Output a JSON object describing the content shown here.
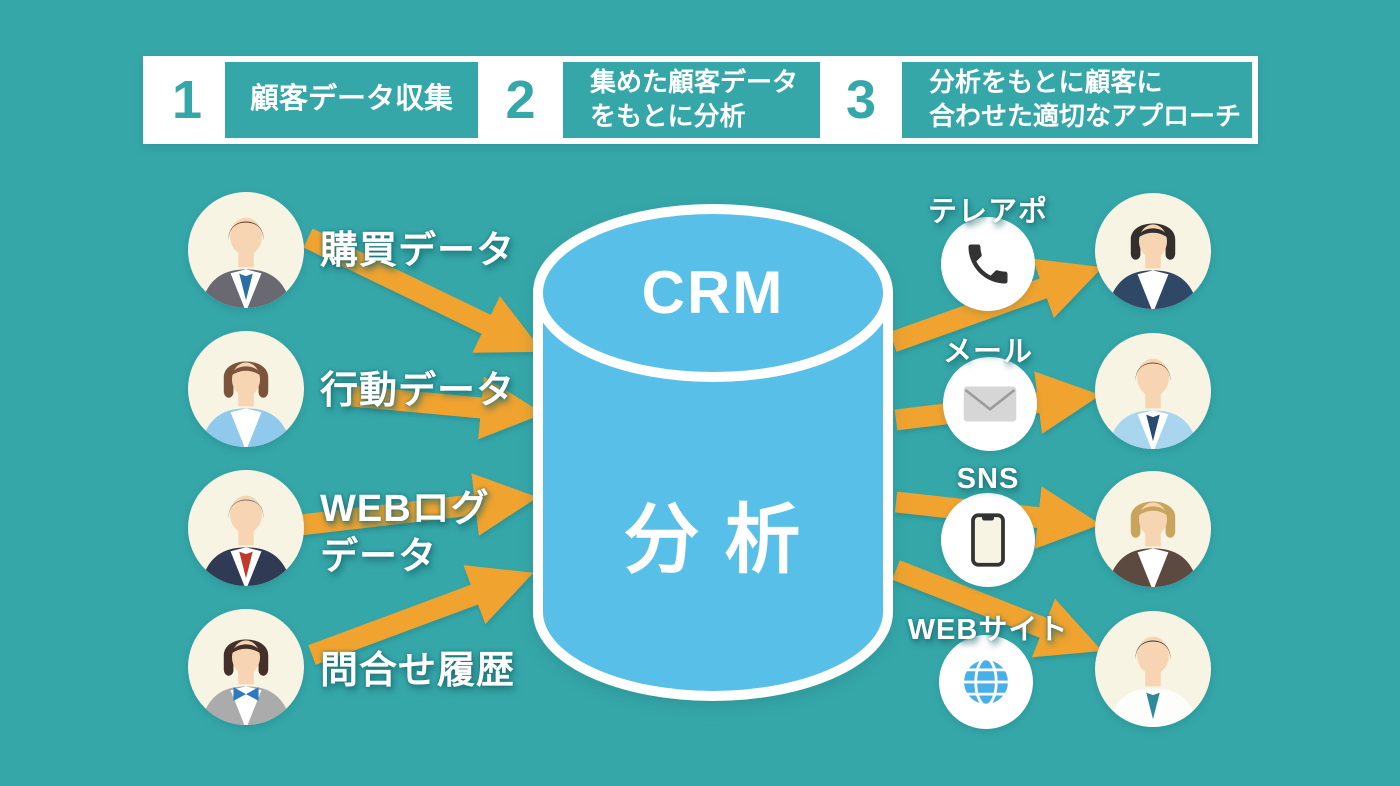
{
  "palette": {
    "background": "#35A7A9",
    "panel_white": "#FFFFFF",
    "step_box_teal": "#35A7A9",
    "arrow_orange": "#F0A32F",
    "cylinder_blue": "#57BFE8",
    "avatar_circle_cream": "#F8F4E3",
    "label_text": "#FFFFFF",
    "phone_icon_dark": "#333333",
    "mail_icon_gray": "#D6D6D6",
    "globe_icon_blue": "#49AFE9"
  },
  "steps": [
    {
      "number": "1",
      "label": "顧客データ収集"
    },
    {
      "number": "2",
      "label": "集めた顧客データ\nをもとに分析"
    },
    {
      "number": "3",
      "label": "分析をもとに顧客に\n合わせた適切なアプローチ"
    }
  ],
  "sources": [
    {
      "label": "購買データ"
    },
    {
      "label": "行動データ"
    },
    {
      "label": "WEBログ\nデータ"
    },
    {
      "label": "問合せ履歴"
    }
  ],
  "database": {
    "top_label": "CRM",
    "body_label": "分 析"
  },
  "channels": [
    {
      "label": "テレアポ",
      "icon": "phone-icon"
    },
    {
      "label": "メール",
      "icon": "mail-icon"
    },
    {
      "label": "SNS",
      "icon": "smartphone-icon"
    },
    {
      "label": "WEBサイト",
      "icon": "globe-icon"
    }
  ],
  "people": {
    "left": [
      {
        "type": "man",
        "hair": "#4D3526",
        "outfit": "#6A6870",
        "shirt": "#FFFFFF",
        "tie": "#2C6DA4"
      },
      {
        "type": "woman",
        "hair": "#7B543B",
        "outfit": "#90C9EB",
        "shirt": "#FFFFFF"
      },
      {
        "type": "man",
        "hair": "#76716C",
        "outfit": "#303A55",
        "shirt": "#FFFFFF",
        "tie": "#C0392B"
      },
      {
        "type": "woman",
        "hair": "#43302A",
        "outfit": "#ABABAB",
        "shirt": "#FFFFFF",
        "bow": "#2D79C0"
      }
    ],
    "right": [
      {
        "type": "woman",
        "hair": "#332F2D",
        "outfit": "#2F4866",
        "shirt": "#FFFFFF"
      },
      {
        "type": "man",
        "hair": "#6C4A2F",
        "outfit": "#A9D5EF",
        "shirt": "#FFFFFF",
        "tie": "#2B4A70"
      },
      {
        "type": "woman",
        "hair": "#C9A45C",
        "outfit": "#5C4A41",
        "shirt": "#FFFFFF"
      },
      {
        "type": "man",
        "hair": "#2E2B29",
        "outfit": "#FDFDF9",
        "shirt": "#FFFFFF",
        "tie": "#2E8A99"
      }
    ]
  }
}
